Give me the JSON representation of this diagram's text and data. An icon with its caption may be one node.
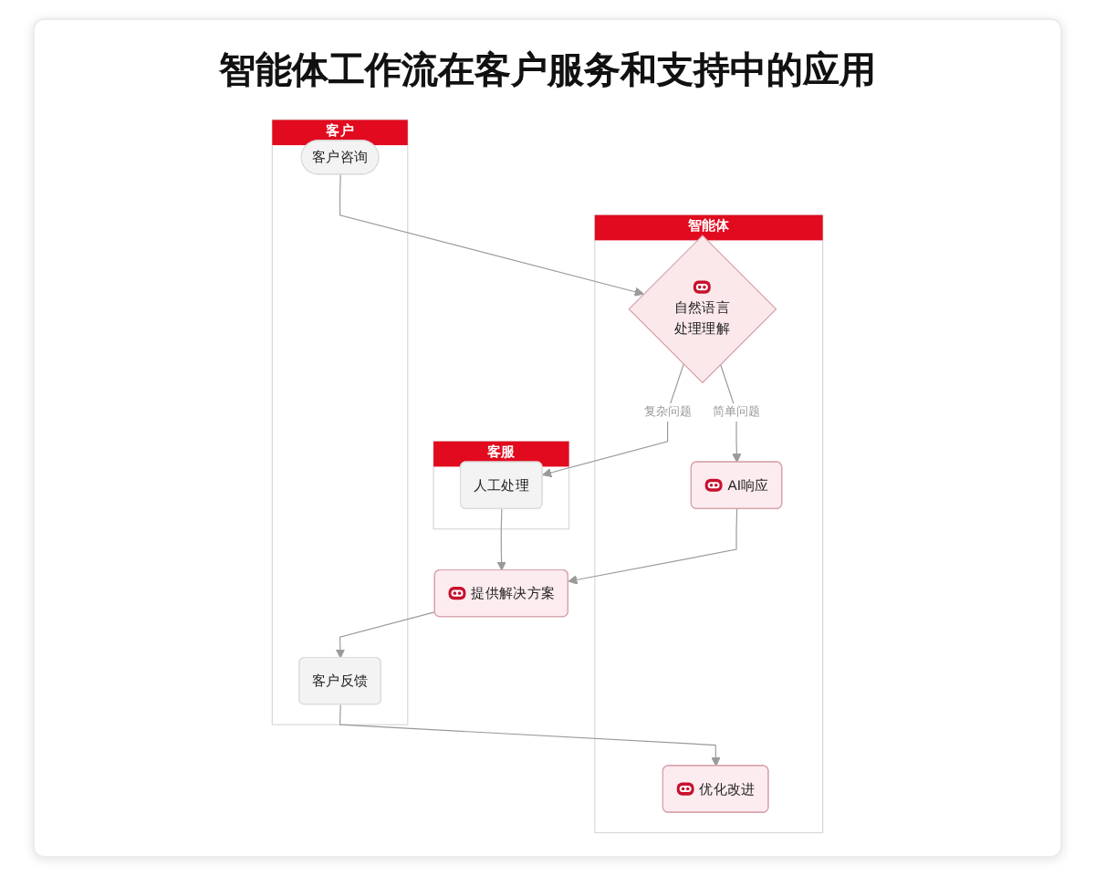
{
  "diagram": {
    "title": "智能体工作流在客户服务和支持中的应用",
    "nodes": [
      {
        "text": [
          "客户"
        ]
      },
      {
        "text": [
          "智能体"
        ]
      },
      {
        "text": [
          "客服"
        ]
      },
      {
        "text": [
          "客户咨询"
        ],
        "in": 0
      },
      {
        "text": [
          "自然语言处理理解"
        ],
        "in": 1
      },
      {
        "text": [
          "AI响应"
        ],
        "in": 1
      },
      {
        "text": [
          "人工处理"
        ],
        "in": 2
      },
      {
        "text": [
          "提供解决方案"
        ]
      },
      {
        "text": [
          "客户反馈"
        ],
        "in": 0
      },
      {
        "text": [
          "优化改进"
        ],
        "in": 1
      }
    ],
    "edges": [
      {
        "from": 3,
        "to": 4,
        "arrow": "to"
      },
      {
        "from": 4,
        "to": 5,
        "arrow": "to",
        "label": "简单问题"
      },
      {
        "from": 4,
        "to": 6,
        "arrow": "to",
        "label": "复杂问题"
      },
      {
        "from": 5,
        "to": 7,
        "arrow": "to"
      },
      {
        "from": 6,
        "to": 7,
        "arrow": "to"
      },
      {
        "from": 7,
        "to": 8,
        "arrow": "to"
      },
      {
        "from": 8,
        "to": 9,
        "arrow": "to"
      }
    ]
  }
}
